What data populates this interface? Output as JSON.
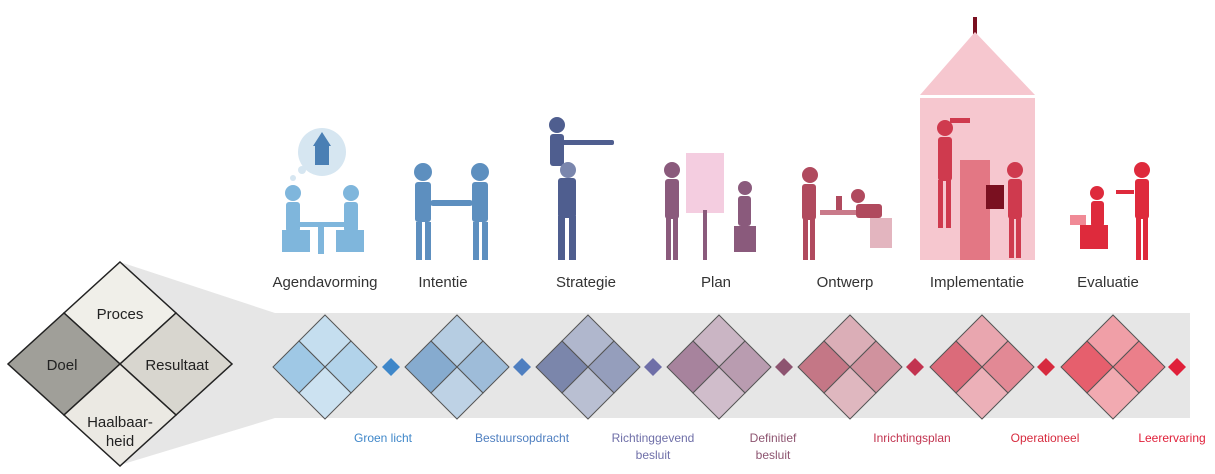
{
  "quadrant": {
    "top": "Proces",
    "left": "Doel",
    "right": "Resultaat",
    "bottom_line1": "Haalbaar-",
    "bottom_line2": "heid"
  },
  "phases": [
    {
      "label": "Agendavorming",
      "color": "#7fb6dc"
    },
    {
      "label": "Intentie",
      "color": "#5d8fbf"
    },
    {
      "label": "Strategie",
      "color": "#4f5e8f"
    },
    {
      "label": "Plan",
      "color": "#8a5a7c"
    },
    {
      "label": "Ontwerp",
      "color": "#b04a5e"
    },
    {
      "label": "Implementatie",
      "color": "#cf3a4e"
    },
    {
      "label": "Evaluatie",
      "color": "#de2a3c"
    }
  ],
  "gates": [
    {
      "line1": "Groen licht",
      "line2": "",
      "color": "#3f87c9"
    },
    {
      "line1": "Bestuursopdracht",
      "line2": "",
      "color": "#4f7fc0"
    },
    {
      "line1": "Richtinggevend",
      "line2": "besluit",
      "color": "#6f6fa8"
    },
    {
      "line1": "Definitief",
      "line2": "besluit",
      "color": "#8d5470"
    },
    {
      "line1": "Inrichtingsplan",
      "line2": "",
      "color": "#c23450"
    },
    {
      "line1": "Operationeel",
      "line2": "",
      "color": "#d72b3f"
    },
    {
      "line1": "Leerervaring",
      "line2": "",
      "color": "#e0203a"
    }
  ],
  "colors": {
    "band": "#e6e6e6",
    "kwad_top": "#f0efe9",
    "kwad_left": "#a09f99",
    "kwad_right": "#d8d6cf",
    "kwad_bottom": "#ebe9e3",
    "dark_top": "#7a1020"
  }
}
